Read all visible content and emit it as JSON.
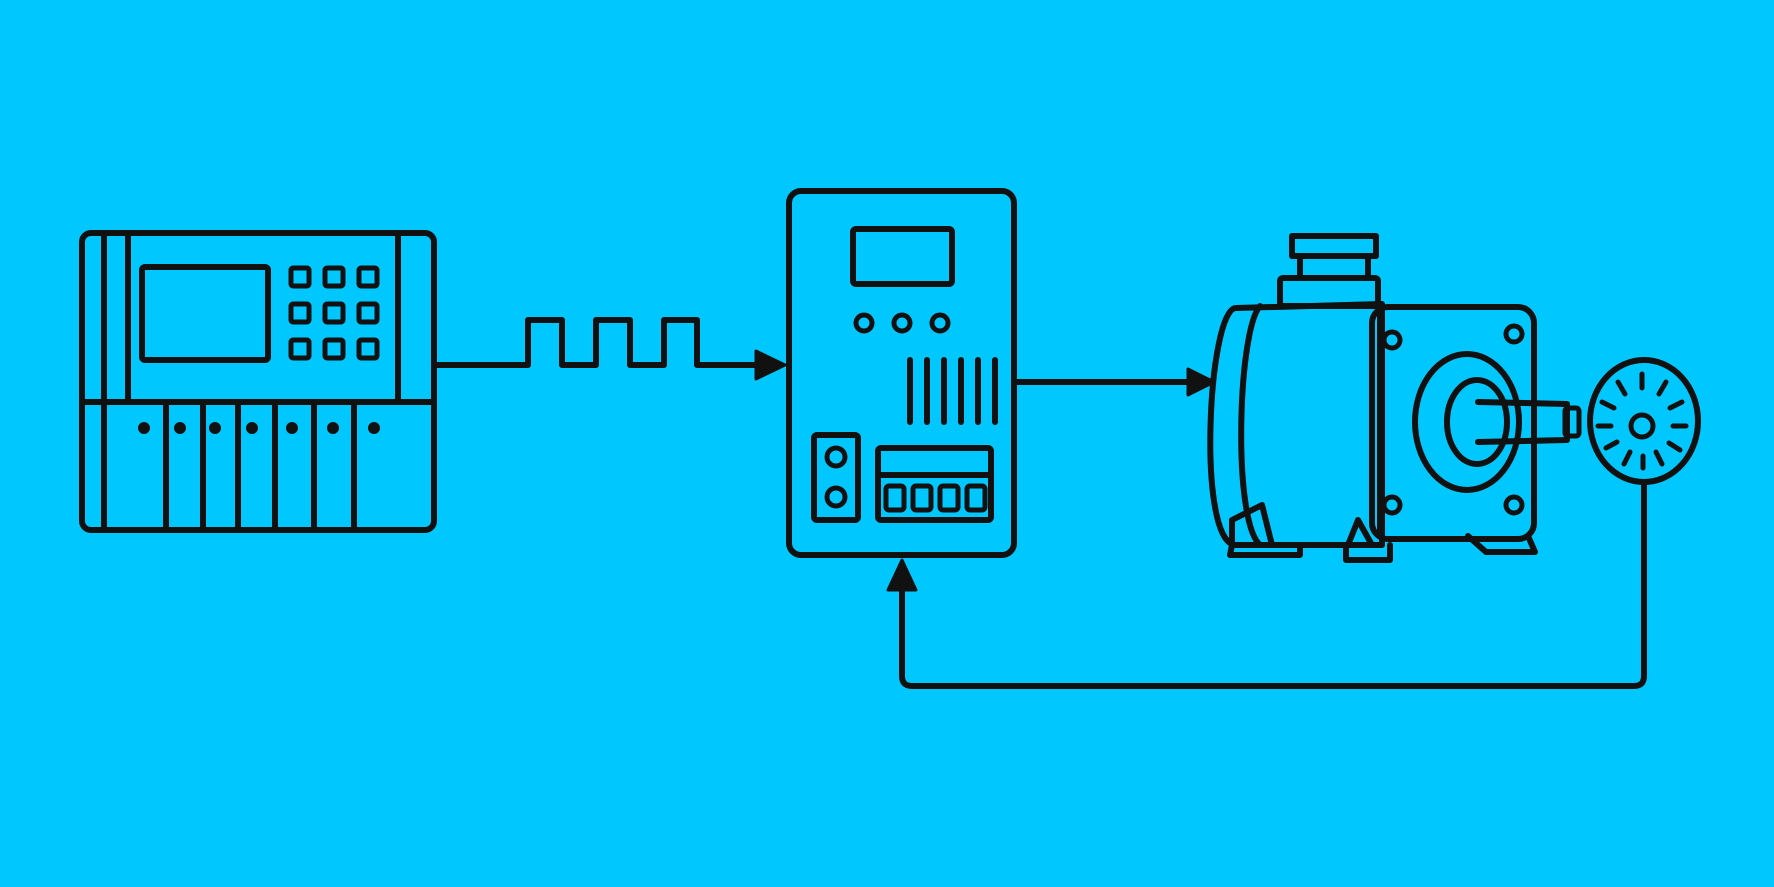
{
  "diagram": {
    "background_color": "#00c8ff",
    "line_color": "#111111",
    "nodes": [
      {
        "id": "plc",
        "icon": "plc-controller-icon"
      },
      {
        "id": "drive",
        "icon": "servo-drive-icon"
      },
      {
        "id": "motor",
        "icon": "servo-motor-icon"
      },
      {
        "id": "encoder",
        "icon": "encoder-icon"
      }
    ],
    "connections": [
      {
        "from": "plc",
        "to": "drive",
        "signal": "pulse-train"
      },
      {
        "from": "drive",
        "to": "motor",
        "signal": "power"
      },
      {
        "from": "encoder",
        "to": "drive",
        "signal": "feedback"
      }
    ]
  }
}
